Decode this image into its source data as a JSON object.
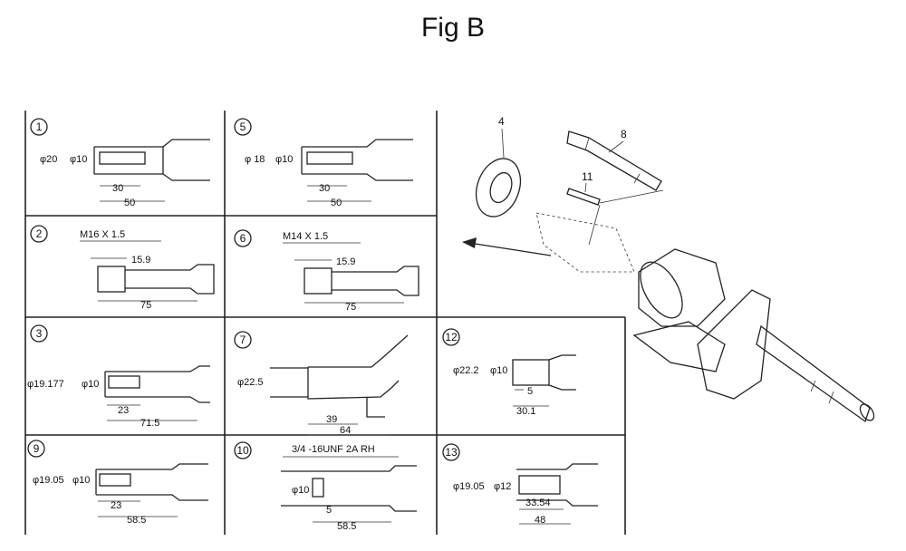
{
  "title": "Fig B",
  "panels": {
    "p1": {
      "num": "1",
      "d1": "φ20",
      "d2": "φ10",
      "l1": "30",
      "l2": "50"
    },
    "p2": {
      "num": "2",
      "thread": "M16 X 1.5",
      "l1": "15.9",
      "l2": "75"
    },
    "p3": {
      "num": "3",
      "d1": "φ19.177",
      "d2": "φ10",
      "l1": "23",
      "l2": "71.5"
    },
    "p5": {
      "num": "5",
      "d1": "φ 18",
      "d2": "φ10",
      "l1": "30",
      "l2": "50"
    },
    "p6": {
      "num": "6",
      "thread": "M14 X 1.5",
      "l1": "15.9",
      "l2": "75"
    },
    "p7": {
      "num": "7",
      "d1": "φ22.5",
      "l1": "39",
      "l2": "64"
    },
    "p9": {
      "num": "9",
      "d1": "φ19.05",
      "d2": "φ10",
      "l1": "23",
      "l2": "58.5"
    },
    "p10": {
      "num": "10",
      "thread": "3/4 -16UNF 2A RH",
      "d2": "φ10",
      "l1": "5",
      "l2": "58.5"
    },
    "p12": {
      "num": "12",
      "d1": "φ22.2",
      "d2": "φ10",
      "l1": "5",
      "l2": "30.1"
    },
    "p13": {
      "num": "13",
      "d1": "φ19.05",
      "d2": "φ12",
      "l1": "33.54",
      "l2": "48"
    }
  },
  "callouts": {
    "washer": "4",
    "shaft": "8",
    "key": "11"
  }
}
